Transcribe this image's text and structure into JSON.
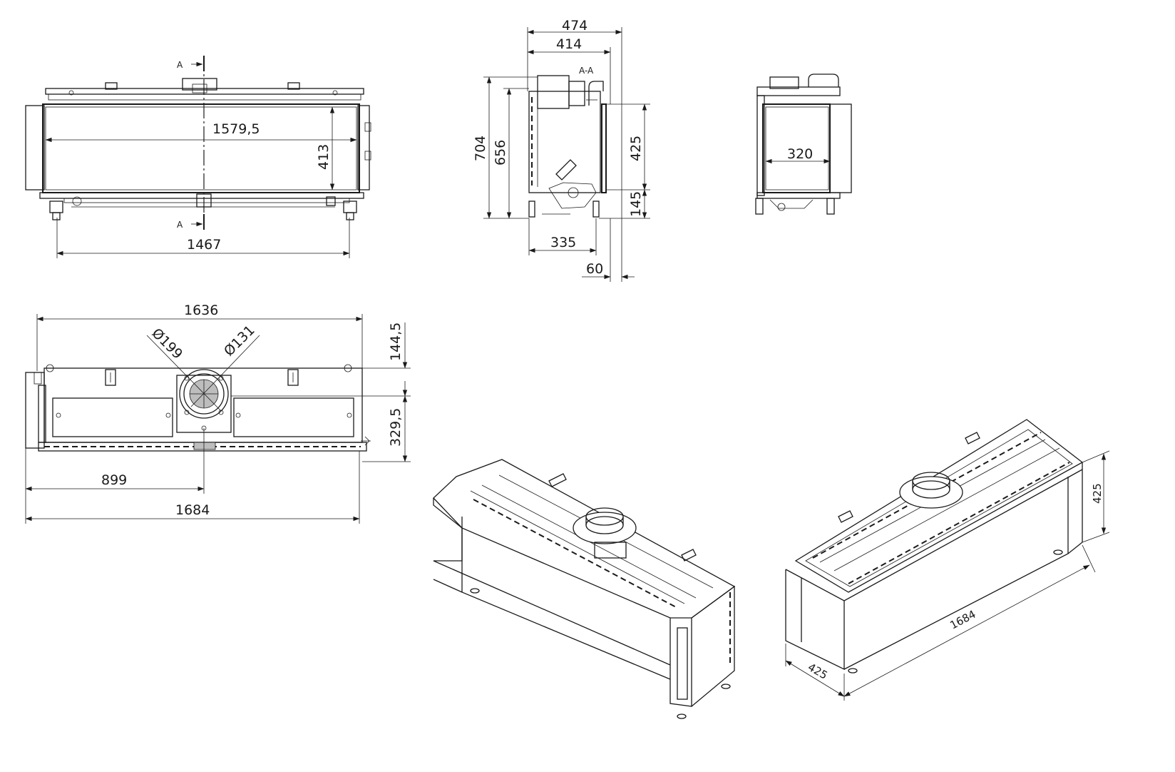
{
  "front_view": {
    "section_marker": "A",
    "dimensions": {
      "inner_width": "1579,5",
      "inner_height": "413",
      "feet_spacing": "1467"
    }
  },
  "section_view": {
    "title": "A-A",
    "dimensions": {
      "overall_depth": "474",
      "depth_414": "414",
      "overall_height": "704",
      "height_656": "656",
      "opening_height": "425",
      "base_height": "145",
      "feet_depth": "335",
      "offset": "60"
    }
  },
  "side_view": {
    "dimensions": {
      "glass_depth": "320"
    }
  },
  "top_view": {
    "dimensions": {
      "overall_width": "1636",
      "flue_outer": "Ø199",
      "flue_inner": "Ø131",
      "flue_to_back": "144,5",
      "flue_to_front": "329,5",
      "flue_center": "899",
      "total_width": "1684"
    }
  },
  "iso_view_right": {
    "dimensions": {
      "height": "425",
      "length": "1684",
      "depth": "425"
    }
  }
}
